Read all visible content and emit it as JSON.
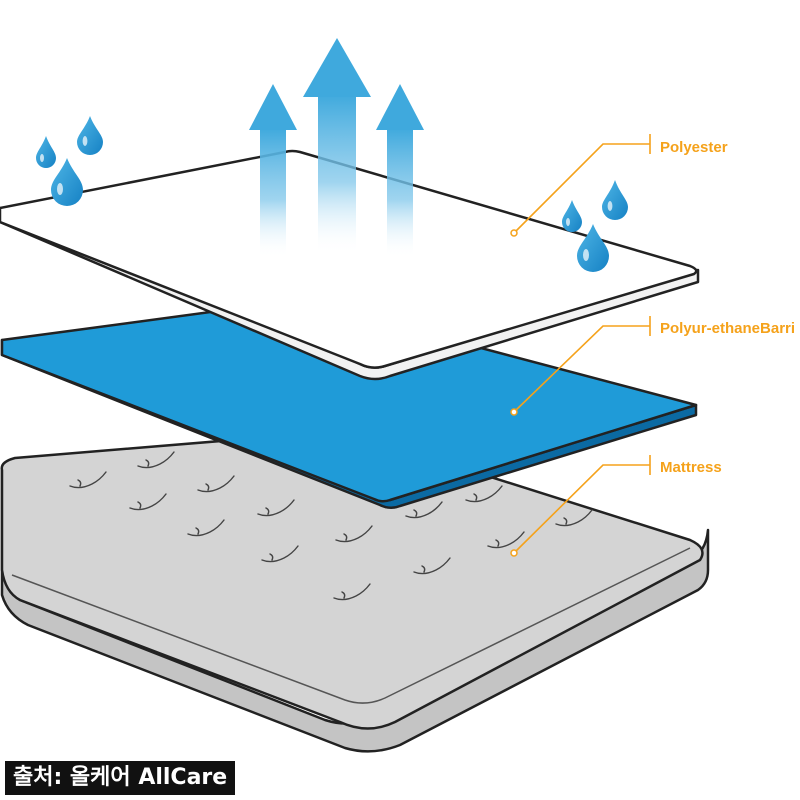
{
  "diagram": {
    "layers": [
      {
        "name": "Polyester",
        "color": "#ffffff"
      },
      {
        "name": "Polyur-ethaneBarri",
        "color": "#1f9bd8"
      },
      {
        "name": "Mattress",
        "color": "#d1d1d1"
      }
    ],
    "label_color": "#f5a21b",
    "droplet_color": "#1e9ad6",
    "arrow_color": "#4aaee0",
    "outline_color": "#222222"
  },
  "source_caption": "출처: 올케어 AllCare"
}
